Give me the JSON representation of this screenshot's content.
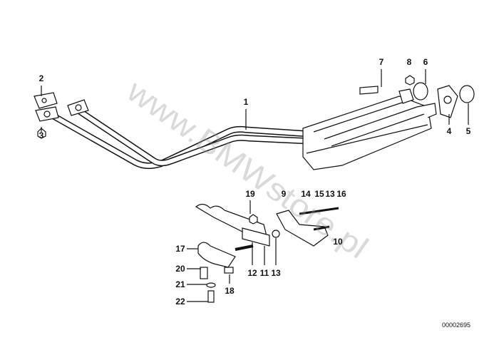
{
  "watermark": "www.BMWstore.pl",
  "diagram_code": "00002695",
  "callouts": {
    "c1": "1",
    "c2": "2",
    "c3": "3",
    "c4": "4",
    "c5": "5",
    "c6": "6",
    "c7": "7",
    "c8": "8",
    "c9": "9",
    "c10": "10",
    "c11": "11",
    "c12": "12",
    "c13a": "13",
    "c13b": "13",
    "c14": "14",
    "c15": "15",
    "c16": "16",
    "c17": "17",
    "c18": "18",
    "c19": "19",
    "c20": "20",
    "c21": "21",
    "c22": "22"
  }
}
